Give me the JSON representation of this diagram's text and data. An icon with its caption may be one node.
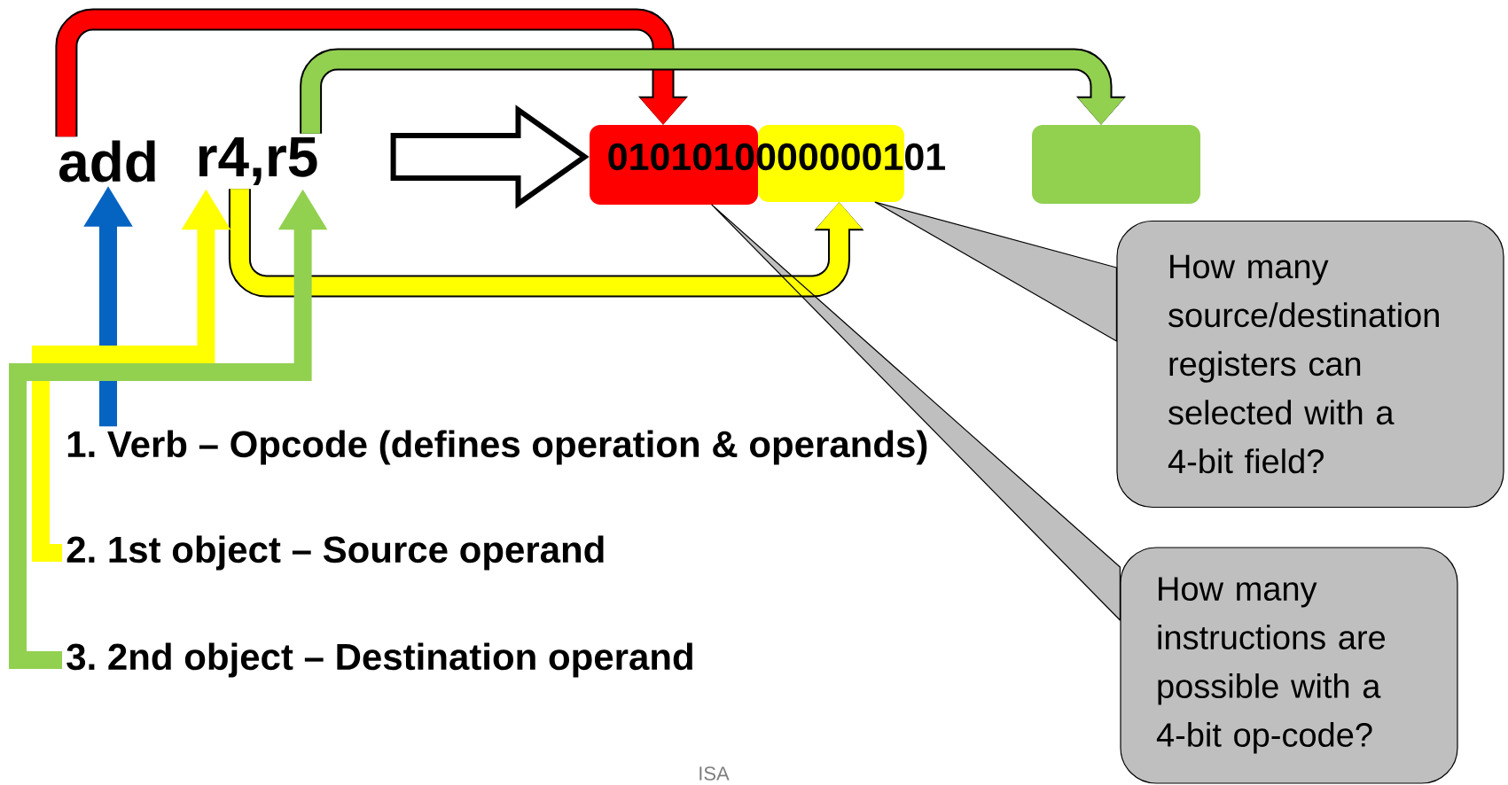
{
  "diagram": {
    "nodes": [
      {
        "text": [
          "add"
        ]
      },
      {
        "text": [
          "r4,r5"
        ]
      },
      {
        "text": [],
        "shape": "box"
      },
      {
        "text": [],
        "shape": "box"
      },
      {
        "text": [
          "0101010000000101"
        ]
      },
      {
        "text": [],
        "shape": "box"
      },
      {
        "text": [
          "1. Verb – Opcode (defines operation & operands)"
        ]
      },
      {
        "text": [
          "2. 1st object – Source operand"
        ]
      },
      {
        "text": [
          "3. 2nd object – Destination operand"
        ]
      },
      {
        "text": [
          "How many source/destination registers can selected with a 4-bit field?"
        ]
      },
      {
        "text": [
          "How many instructions are possible with a 4-bit op-code?"
        ]
      }
    ],
    "edges": [
      {
        "from": 0,
        "to": 2,
        "arrow": "to",
        "color": "#ff0000"
      },
      {
        "from": 1,
        "to": 5,
        "arrow": "to",
        "color": "#92d050"
      },
      {
        "from": 1,
        "to": 3,
        "arrow": "to",
        "color": "#ffff00"
      },
      {
        "from": 1,
        "to": 4,
        "arrow": "to"
      },
      {
        "from": 6,
        "to": 0,
        "arrow": "to",
        "color": "#0563c1"
      },
      {
        "from": 7,
        "to": 1,
        "arrow": "to",
        "color": "#ffff00"
      },
      {
        "from": 8,
        "to": 1,
        "arrow": "to",
        "color": "#92d050"
      },
      {
        "from": 9,
        "to": 3,
        "arrow": "none",
        "color": "#000000"
      },
      {
        "from": 10,
        "to": 2,
        "arrow": "none",
        "color": "#000000"
      }
    ],
    "labels": [
      "ISA"
    ]
  }
}
